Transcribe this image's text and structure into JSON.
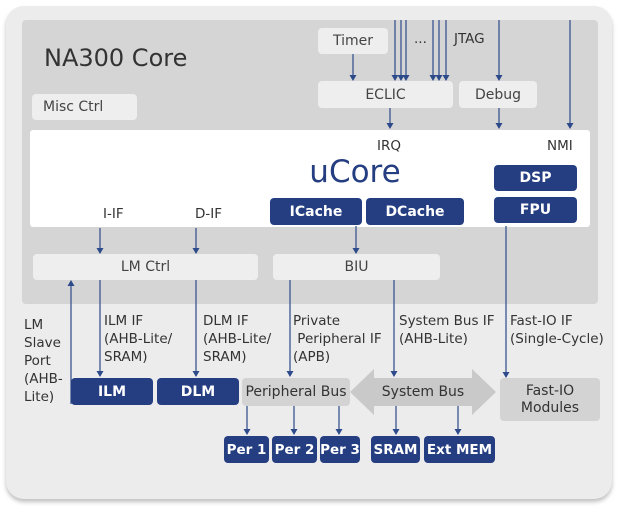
{
  "title": "NA300 Core",
  "boxes": {
    "timer": "Timer",
    "misc_ctrl": "Misc Ctrl",
    "eclic": "ECLIC",
    "debug": "Debug",
    "ucore": "uCore",
    "dsp": "DSP",
    "fpu": "FPU",
    "icache": "ICache",
    "dcache": "DCache",
    "lm_ctrl": "LM Ctrl",
    "biu": "BIU",
    "ilm": "ILM",
    "dlm": "DLM",
    "peripheral_bus": "Peripheral Bus",
    "system_bus": "System Bus",
    "fast_io": "Fast-IO\nModules",
    "per1": "Per 1",
    "per2": "Per 2",
    "per3": "Per 3",
    "sram": "SRAM",
    "ext_mem": "Ext MEM"
  },
  "labels": {
    "ellipsis": "...",
    "jtag": "JTAG",
    "irq": "IRQ",
    "nmi": "NMI",
    "i_if": "I-IF",
    "d_if": "D-IF",
    "lm_slave": "LM\nSlave\nPort\n(AHB-\nLite)",
    "ilm_if": "ILM IF\n(AHB-Lite/\nSRAM)",
    "dlm_if": "DLM IF\n(AHB-Lite/\nSRAM)",
    "private_if": "Private\n Peripheral IF\n(APB)",
    "system_bus_if": "System Bus IF\n(AHB-Lite)",
    "fast_io_if": "Fast-IO IF\n(Single-Cycle)"
  },
  "colors": {
    "dark_blue": "#253e82",
    "wire": "#2d4a8a",
    "core_bg": "#d5d5d5",
    "frame_bg": "#ececec",
    "arrow_gray": "#c9c9c9"
  }
}
